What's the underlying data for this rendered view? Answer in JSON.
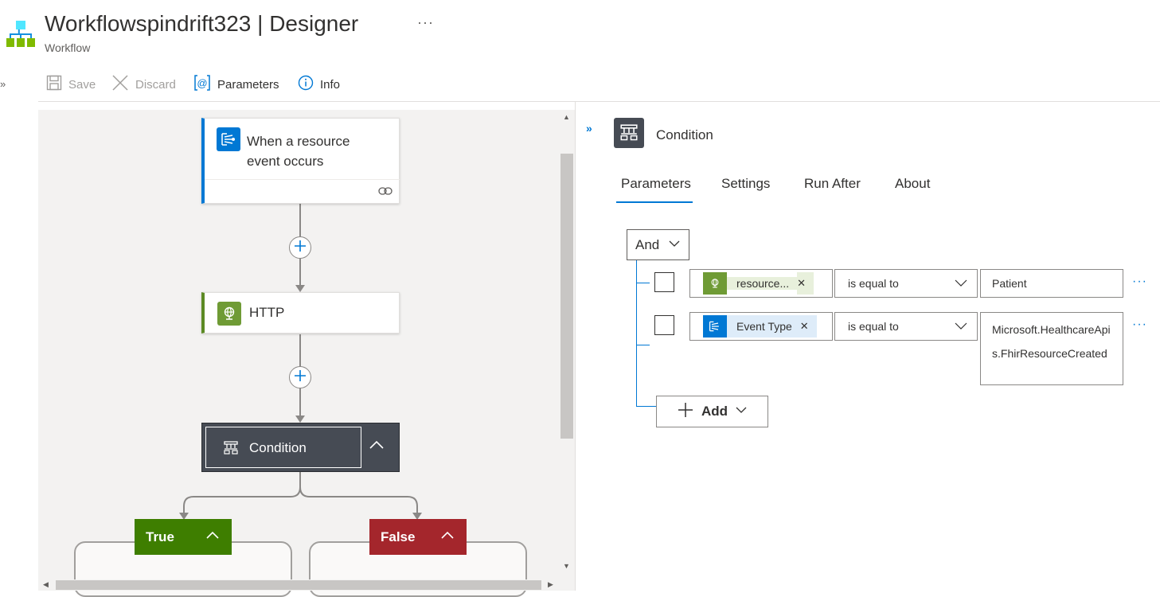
{
  "header": {
    "title": "Workflowspindrift323 | Designer",
    "subtitle": "Workflow",
    "more": "···",
    "left_collapse": "»"
  },
  "toolbar": {
    "save_label": "Save",
    "discard_label": "Discard",
    "parameters_label": "Parameters",
    "info_label": "Info"
  },
  "canvas": {
    "trigger": {
      "title": "When a resource event occurs",
      "icon": "event-grid-icon"
    },
    "http": {
      "title": "HTTP",
      "icon": "globe-icon"
    },
    "condition": {
      "title": "Condition",
      "icon": "condition-icon"
    },
    "branches": {
      "true_label": "True",
      "false_label": "False"
    }
  },
  "panel": {
    "expand": "»",
    "title": "Condition",
    "tabs": [
      {
        "label": "Parameters",
        "active": true
      },
      {
        "label": "Settings",
        "active": false
      },
      {
        "label": "Run After",
        "active": false
      },
      {
        "label": "About",
        "active": false
      }
    ],
    "group_operator": "And",
    "rows": [
      {
        "token": "resource...",
        "token_color": "#e8f0dc",
        "token_icon": "globe-icon",
        "operator": "is equal to",
        "value": "Patient"
      },
      {
        "token": "Event Type",
        "token_color": "#deecf9",
        "token_icon": "event-grid-icon",
        "operator": "is equal to",
        "value": "Microsoft.HealthcareApis.FhirResourceCreated"
      }
    ],
    "row_more": "···",
    "add_label": "Add"
  },
  "colors": {
    "accent": "#0078d4",
    "true_branch": "#3e7e00",
    "false_branch": "#a4262c",
    "condition_node": "#464b54",
    "http_accent": "#6f9b35"
  }
}
